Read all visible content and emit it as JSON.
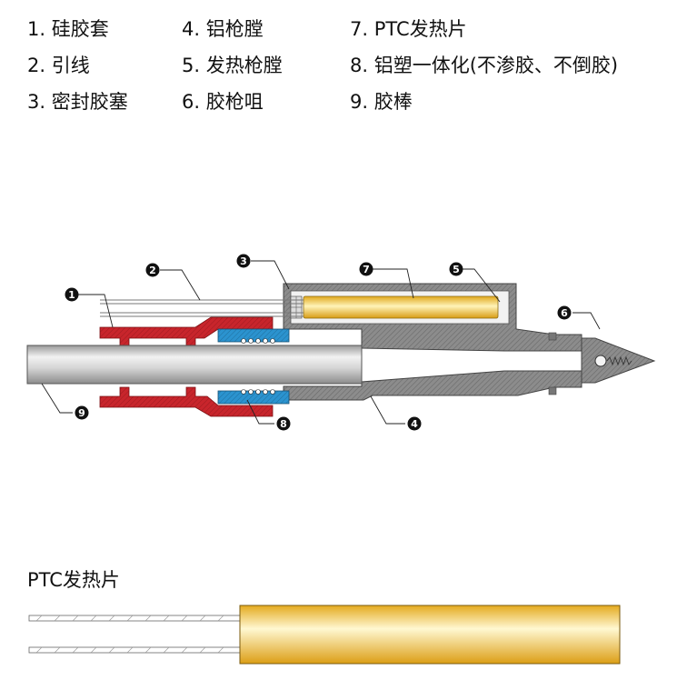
{
  "legend": [
    {
      "n": "1",
      "text": "1. 硅胶套"
    },
    {
      "n": "2",
      "text": "2. 引线"
    },
    {
      "n": "3",
      "text": "3. 密封胶塞"
    },
    {
      "n": "4",
      "text": "4. 铝枪膛"
    },
    {
      "n": "5",
      "text": "5. 发热枪膛"
    },
    {
      "n": "6",
      "text": "6. 胶枪咀"
    },
    {
      "n": "7",
      "text": "7. PTC发热片"
    },
    {
      "n": "8",
      "text": "8. 铝塑一体化(不渗胶、不倒胶)"
    },
    {
      "n": "9",
      "text": "9. 胶棒"
    }
  ],
  "callouts": [
    "1",
    "2",
    "3",
    "4",
    "5",
    "6",
    "7",
    "8",
    "9"
  ],
  "ptc_caption": "PTC发热片",
  "colors": {
    "silicone_sleeve": "#c8252c",
    "seal_plug": "#2b93cf",
    "aluminum": "#8a8a8a",
    "ptc_heater": "#f2c230",
    "glue_stick": "#c9c9c9",
    "callout_marker": "#111111"
  }
}
